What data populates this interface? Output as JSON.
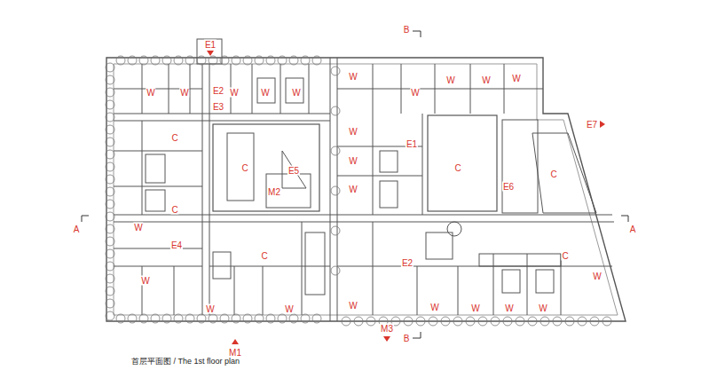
{
  "diagram": {
    "caption": "首层平面图 / The 1st floor plan",
    "labels": [
      "E1",
      "W",
      "W",
      "E2",
      "E3",
      "W",
      "W",
      "W",
      "W",
      "W",
      "W",
      "W",
      "W",
      "C",
      "C",
      "E5",
      "M2",
      "W",
      "E1",
      "W",
      "C",
      "E7",
      "C",
      "E6",
      "W",
      "C",
      "W",
      "E4",
      "C",
      "E2",
      "C",
      "W",
      "W",
      "W",
      "W",
      "W",
      "W",
      "W",
      "W",
      "W",
      "A",
      "A",
      "B",
      "B",
      "M3",
      "M1"
    ]
  }
}
